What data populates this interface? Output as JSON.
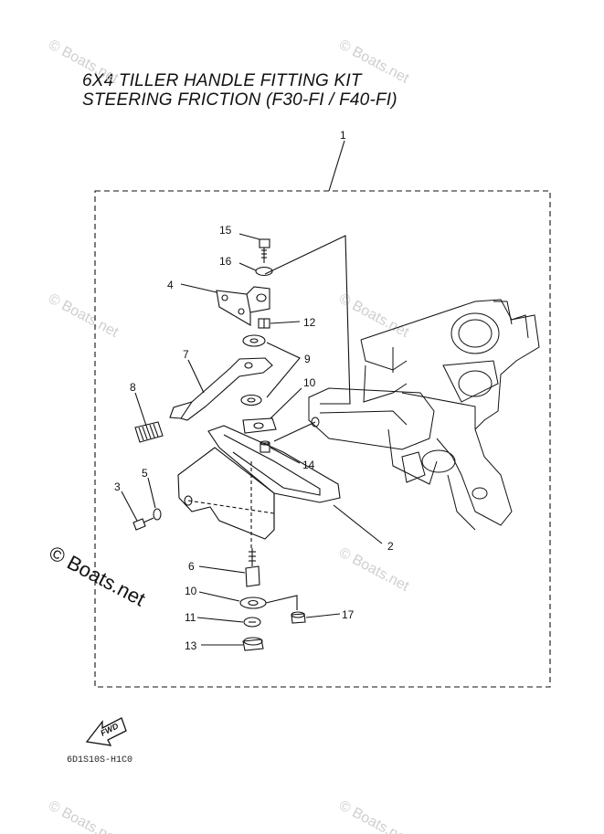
{
  "title": {
    "line1": "6X4 TILLER HANDLE FITTING KIT",
    "line2": "STEERING FRICTION (F30-FI / F40-FI)"
  },
  "callouts": [
    "1",
    "2",
    "3",
    "4",
    "5",
    "6",
    "7",
    "8",
    "9",
    "10",
    "10",
    "11",
    "12",
    "13",
    "14",
    "15",
    "16",
    "17"
  ],
  "fwd_label": "FWD",
  "drawing_code": "6D1S10S-H1C0",
  "watermark": "© Boats.net",
  "watermark_big": "© Boats.net"
}
